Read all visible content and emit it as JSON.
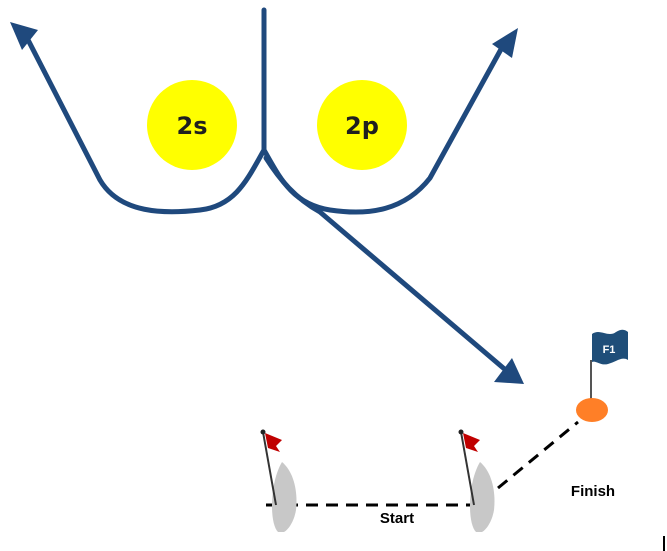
{
  "colors": {
    "course": "#1f497d",
    "mark_fill": "#ffff00",
    "boat": "#c8c8c8",
    "flag_red": "#c00000",
    "finish_mark": "#ff7f27",
    "finish_flag": "#1f4e79",
    "line": "#000000"
  },
  "marks": [
    {
      "id": "2s",
      "label": "2s"
    },
    {
      "id": "2p",
      "label": "2p"
    }
  ],
  "finish_flag": {
    "label": "F1"
  },
  "labels": {
    "start": "Start",
    "finish": "Finish"
  },
  "icons": [
    "boat-icon",
    "start-flag-icon",
    "finish-flag-icon",
    "finish-mark-icon",
    "arrowhead-icon"
  ]
}
